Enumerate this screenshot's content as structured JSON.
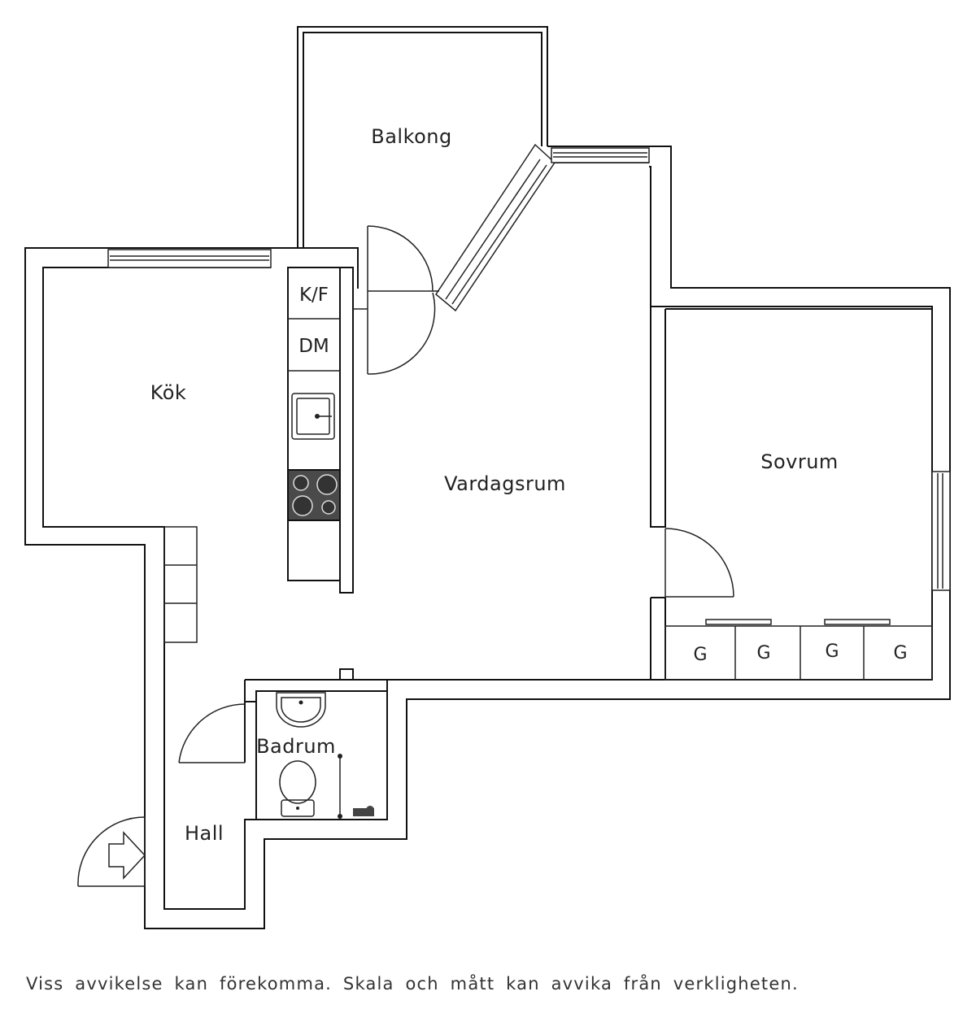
{
  "rooms": {
    "balkong": "Balkong",
    "kok": "Kök",
    "vardagsrum": "Vardagsrum",
    "sovrum": "Sovrum",
    "badrum": "Badrum",
    "hall": "Hall"
  },
  "fixtures": {
    "fridge_freezer": "K/F",
    "dishwasher": "DM",
    "wardrobes": [
      "G",
      "G",
      "G",
      "G"
    ]
  },
  "footer": {
    "disclaimer": "Viss avvikelse kan förekomma. Skala och mått kan avvika från verkligheten."
  }
}
